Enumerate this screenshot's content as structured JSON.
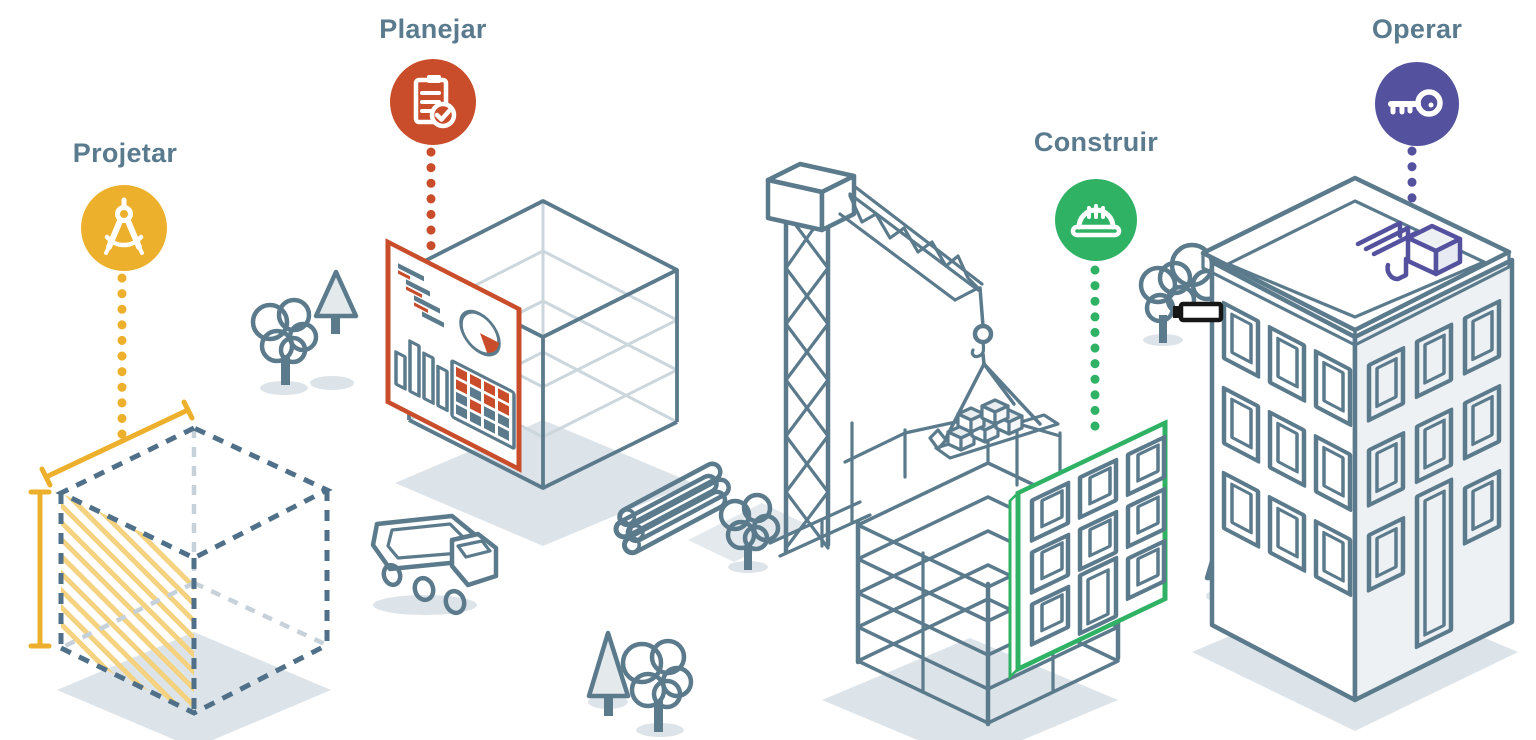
{
  "figure": {
    "type": "process-illustration",
    "language": "pt-BR",
    "phases_count": 4
  },
  "steps": [
    {
      "label": "Projetar",
      "badge_color": "#edb02c",
      "icon": "drafting-compass-icon",
      "illustration": "dashed concept cube with yellow dimension lines and hatching"
    },
    {
      "label": "Planejar",
      "badge_color": "#c94d2a",
      "icon": "clipboard-check-icon",
      "illustration": "wireframe building volume with planning dashboard panel, dump truck, pipes and trees"
    },
    {
      "label": "Construir",
      "badge_color": "#2fb264",
      "icon": "hard-hat-icon",
      "illustration": "tower crane lifting a brick pallet onto a structural frame with green facade panel"
    },
    {
      "label": "Operar",
      "badge_color": "#54519f",
      "icon": "key-icon",
      "illustration": "completed building with rooftop HVAC unit, trees and bench"
    }
  ],
  "palette": {
    "outline_slate": "#5b7b8d",
    "label_text": "#5a7a8e",
    "light_fill": "#e4e9ec",
    "shadow_fill": "#dde4e9",
    "inner_line": "#ccd6dd",
    "hatch_yellow": "#f4d27f",
    "bench_black": "#161616",
    "background": "#ffffff"
  }
}
